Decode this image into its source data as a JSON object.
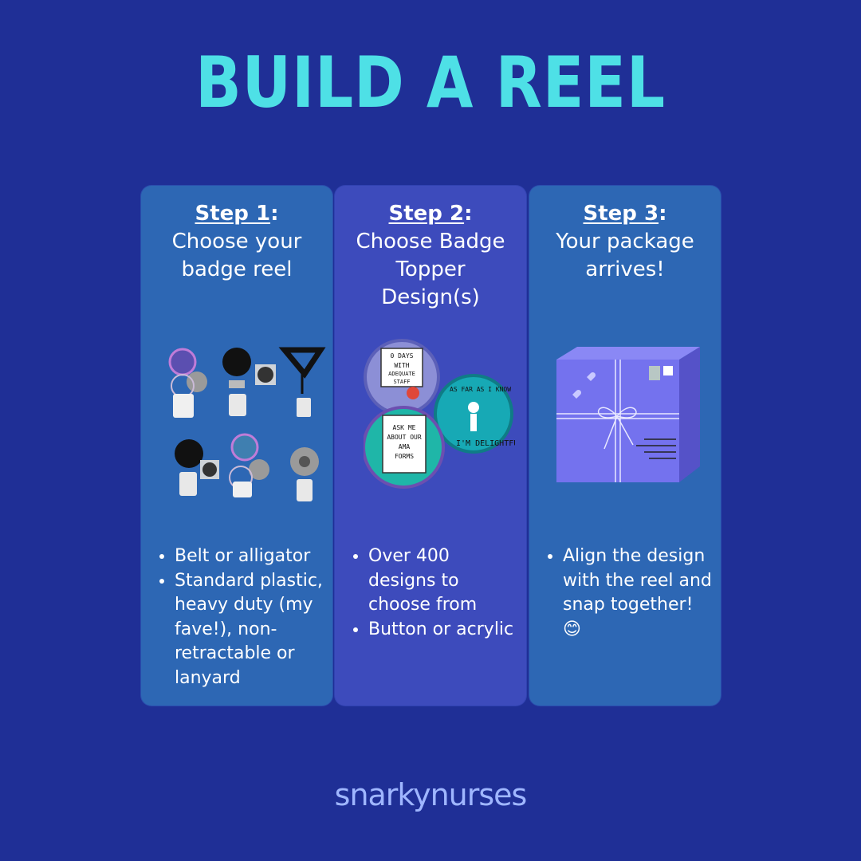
{
  "title": "BUILD A REEL",
  "steps": [
    {
      "label": "Step 1",
      "heading": "Choose your badge reel",
      "bullets": [
        "Belt or alligator",
        "Standard plastic, heavy duty (my fave!), non-retractable or lanyard"
      ]
    },
    {
      "label": "Step 2",
      "heading": "Choose Badge Topper Design(s)",
      "bullets": [
        "Over 400 designs to choose from",
        "Button or acrylic"
      ],
      "buttons": [
        "0 DAYS WITH ADEQUATE STAFF",
        "AS FAR AS I KNOW",
        "I'M DELIGHTFUL",
        "ASK ME ABOUT OUR AMA FORMS"
      ]
    },
    {
      "label": "Step 3",
      "heading": "Your package arrives!",
      "bullets": [
        "Align the design with the reel and snap together! 😊"
      ]
    }
  ],
  "brand": {
    "part1": "snarky",
    "part2": "nurses"
  },
  "colors": {
    "background": "#1f2f96",
    "title": "#4ee0e6",
    "card_light": "#2d67b4",
    "card_mid": "#3d4bbc",
    "package": "#6f6ff0"
  }
}
